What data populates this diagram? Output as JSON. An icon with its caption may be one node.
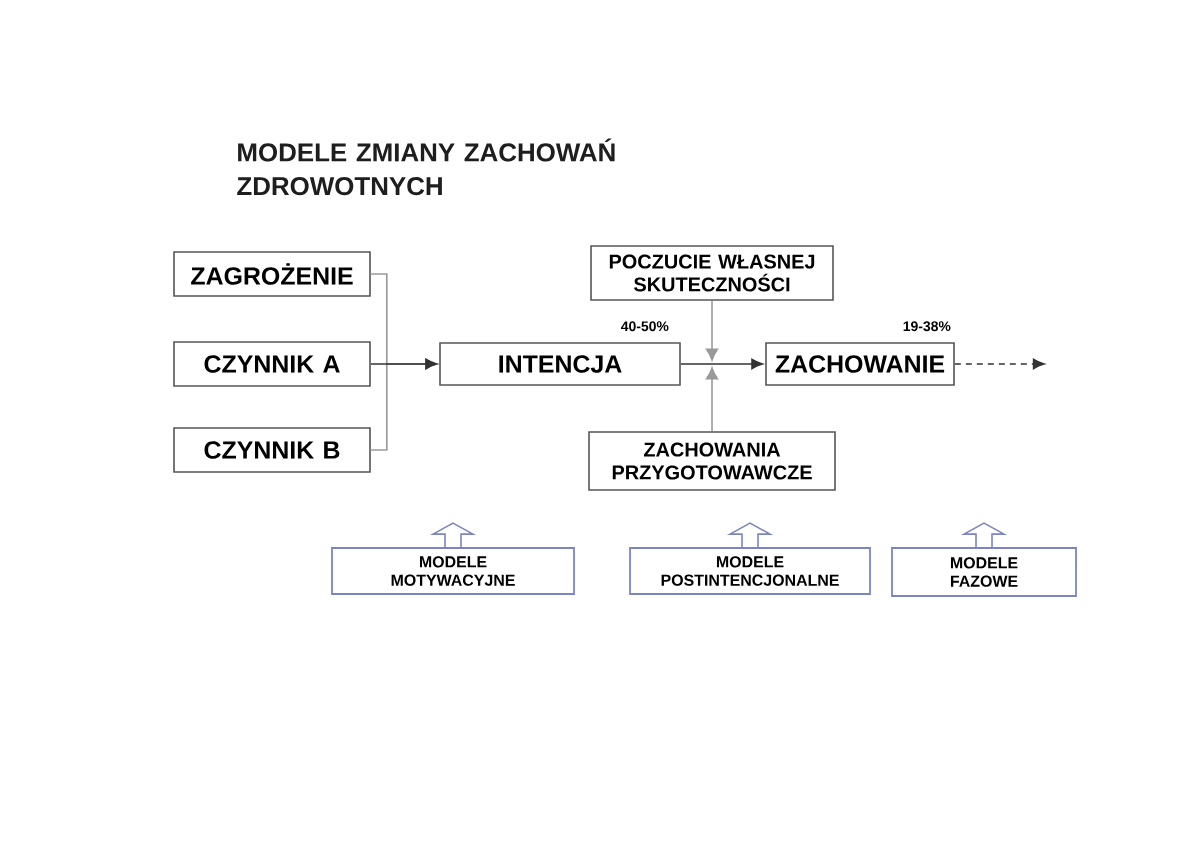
{
  "diagram": {
    "title": "MODELE ZMIANY ZACHOWAŃ ZDROWOTNYCH",
    "nodes": [
      {
        "text": [
          "ZAGROŻENIE"
        ]
      },
      {
        "text": [
          "CZYNNIK A"
        ]
      },
      {
        "text": [
          "CZYNNIK B"
        ]
      },
      {
        "text": [
          "INTENCJA"
        ],
        "beside": [
          "40-50%"
        ]
      },
      {
        "text": [
          "POCZUCIE WŁASNEJ SKUTECZNOŚCI"
        ]
      },
      {
        "text": [
          "ZACHOWANIE"
        ],
        "beside": [
          "19-38%"
        ]
      },
      {
        "text": [
          "ZACHOWANIA PRZYGOTOWAWCZE"
        ]
      },
      {
        "text": [
          "MODELE MOTYWACYJNE"
        ]
      },
      {
        "text": [
          "MODELE POSTINTENCJONALNE"
        ]
      },
      {
        "text": [
          "MODELE FAZOWE"
        ]
      }
    ],
    "edges": [
      {
        "from": 0,
        "to": 3,
        "arrow": "to",
        "color": "#999999"
      },
      {
        "from": 1,
        "to": 3,
        "arrow": "to",
        "color": "#333333"
      },
      {
        "from": 2,
        "to": 3,
        "arrow": "to",
        "color": "#999999"
      },
      {
        "from": 3,
        "to": 5,
        "arrow": "to",
        "color": "#333333"
      },
      {
        "from": 4,
        "to": null,
        "arrow": "to",
        "color": "#999999"
      },
      {
        "from": 5,
        "to": null,
        "arrow": "to",
        "style": "dashed",
        "color": "#333333"
      },
      {
        "from": 6,
        "to": null,
        "arrow": "to",
        "color": "#999999"
      },
      {
        "from": 7,
        "to": null,
        "arrow": "to",
        "color": "#7b86c0"
      },
      {
        "from": 8,
        "to": null,
        "arrow": "to",
        "color": "#7b86c0"
      },
      {
        "from": 9,
        "to": null,
        "arrow": "to",
        "color": "#7b86c0"
      }
    ]
  }
}
